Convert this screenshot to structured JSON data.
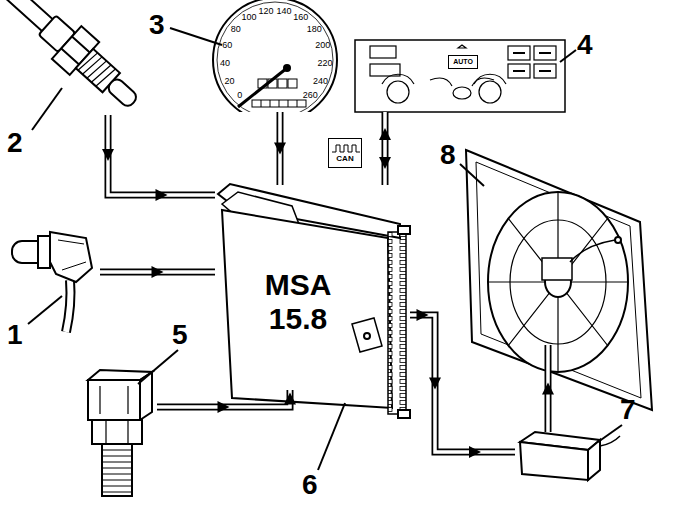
{
  "diagram": {
    "nodes": [
      {
        "text": [
          "2"
        ]
      },
      {
        "text": [
          "3",
          "0",
          "20",
          "40",
          "60",
          "80",
          "100",
          "120",
          "140",
          "160",
          "180",
          "200",
          "220",
          "240",
          "260"
        ]
      },
      {
        "text": [
          "4",
          "AUTO"
        ]
      },
      {
        "text": [
          "8"
        ]
      },
      {
        "text": [
          "1"
        ]
      },
      {
        "text": [
          "MSA 15.8",
          "6"
        ]
      },
      {
        "text": [
          "5"
        ]
      },
      {
        "text": [
          "7"
        ]
      }
    ],
    "edges": [
      {
        "from": 0,
        "to": 5,
        "arrow": "to"
      },
      {
        "from": 1,
        "to": 5,
        "arrow": "to"
      },
      {
        "from": 2,
        "to": 5,
        "arrow": "both",
        "label": "CAN"
      },
      {
        "from": 4,
        "to": 5,
        "arrow": "to"
      },
      {
        "from": 6,
        "to": 5,
        "arrow": "to"
      },
      {
        "from": 5,
        "to": 7,
        "arrow": "to"
      },
      {
        "from": 7,
        "to": 3,
        "arrow": "to"
      }
    ]
  }
}
